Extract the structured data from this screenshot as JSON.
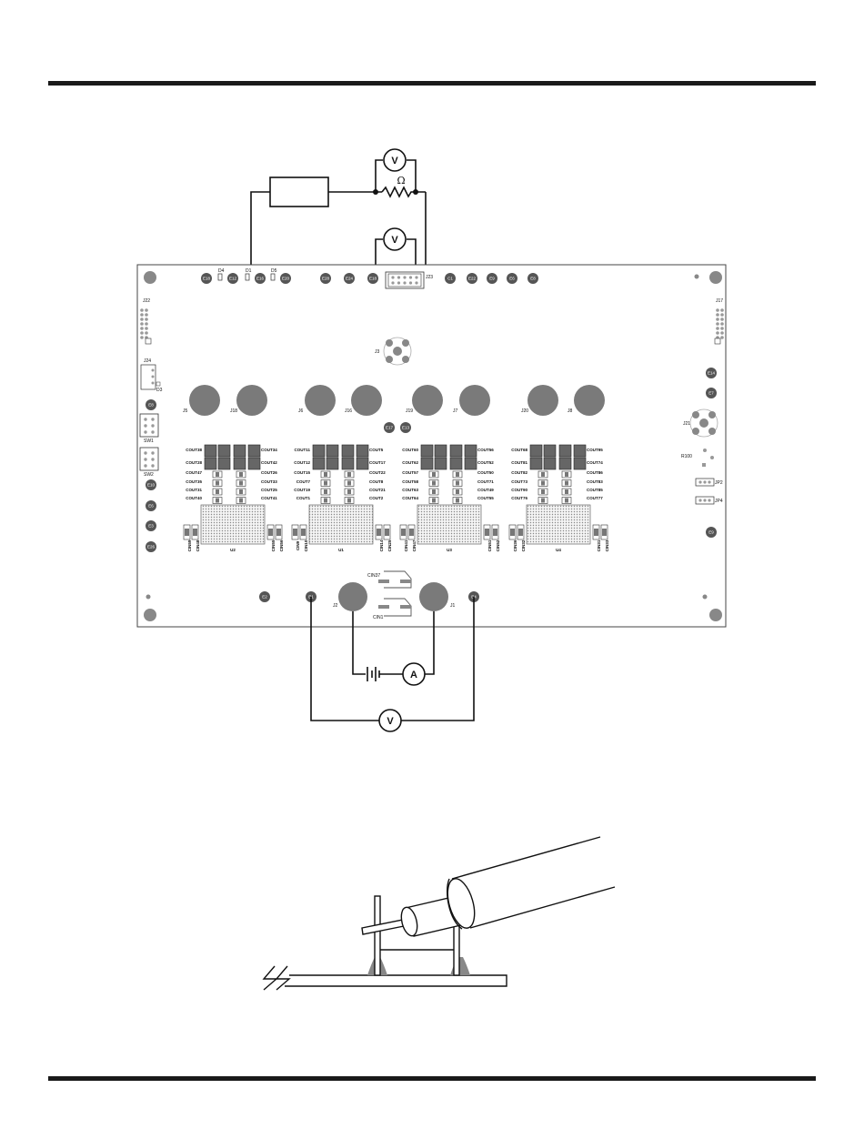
{
  "meters": {
    "sense_resistor_voltmeter": "V",
    "vout_voltmeter": "V",
    "ammeter": "A",
    "vin_voltmeter": "V"
  },
  "resistor_symbol": "Ω",
  "board": {
    "top_testpoints": [
      "E18",
      "E12",
      "E16",
      "E20",
      "E28",
      "E24",
      "E18",
      "C1",
      "E22",
      "E9",
      "E6",
      "E8"
    ],
    "top_leds": [
      "D4",
      "D1",
      "D5"
    ],
    "header_j23": "J23",
    "header_j22": "J22",
    "header_j17": "J17",
    "header_j24": "J24",
    "d3": "D3",
    "sw1": "SW1",
    "sw2": "SW2",
    "j3": "J3",
    "j21": "J21",
    "r100": "R100",
    "jp2": "JP2",
    "jp4": "JP4",
    "big_connectors": [
      "J5",
      "J18",
      "J6",
      "J16",
      "J19",
      "J7",
      "J20",
      "J8"
    ],
    "vsense_testpoints": [
      "E17",
      "E13"
    ],
    "left_testpoints": [
      "E8",
      "E10",
      "E6",
      "E3",
      "E26"
    ],
    "right_testpoints": [
      "E14",
      "E7",
      "E9"
    ],
    "bottom_testpoints": [
      "E2",
      "E1",
      "E4"
    ],
    "bottom_connectors": [
      "J2",
      "J1"
    ],
    "bottom_caps": [
      "CIN37",
      "CIN1"
    ],
    "modules": [
      {
        "name": "U2",
        "left": [
          "COUT38",
          "COUT28",
          "COUT47",
          "COUT35",
          "COUT31",
          "COUT40"
        ],
        "right": [
          "COUT34",
          "COUT42",
          "COUT26",
          "COUT33",
          "COUT25",
          "COUT41"
        ],
        "cin_left": [
          "CIN59",
          "CIN48"
        ],
        "cin_right": [
          "CIN55",
          "CIN56"
        ]
      },
      {
        "name": "U1",
        "left": [
          "COUT11",
          "COUT12",
          "COUT15",
          "COUT7",
          "COUT19",
          "COUT1"
        ],
        "right": [
          "COUT5",
          "COUT17",
          "COUT22",
          "COUT8",
          "COUT21",
          "COUT2"
        ],
        "cin_left": [
          "CIN9",
          "CIN10"
        ],
        "cin_right": [
          "CIN14",
          "CIN25"
        ]
      },
      {
        "name": "U3",
        "left": [
          "COUT60",
          "COUT62",
          "COUT57",
          "COUT58",
          "COUT63",
          "COUT64"
        ],
        "right": [
          "COUT56",
          "COUT52",
          "COUT50",
          "COUT71",
          "COUT49",
          "COUT55"
        ],
        "cin_left": [
          "CIN41",
          "CIN47"
        ],
        "cin_right": [
          "CIN51",
          "CIN52"
        ]
      },
      {
        "name": "U4",
        "left": [
          "COUT68",
          "COUT81",
          "COUT82",
          "COUT73",
          "COUT90",
          "COUT76"
        ],
        "right": [
          "COUT95",
          "COUT74",
          "COUT86",
          "COUT83",
          "COUT85",
          "COUT77"
        ],
        "cin_left": [
          "CIN36",
          "CIN32"
        ],
        "cin_right": [
          "CIN31",
          "CIN33"
        ]
      }
    ]
  }
}
